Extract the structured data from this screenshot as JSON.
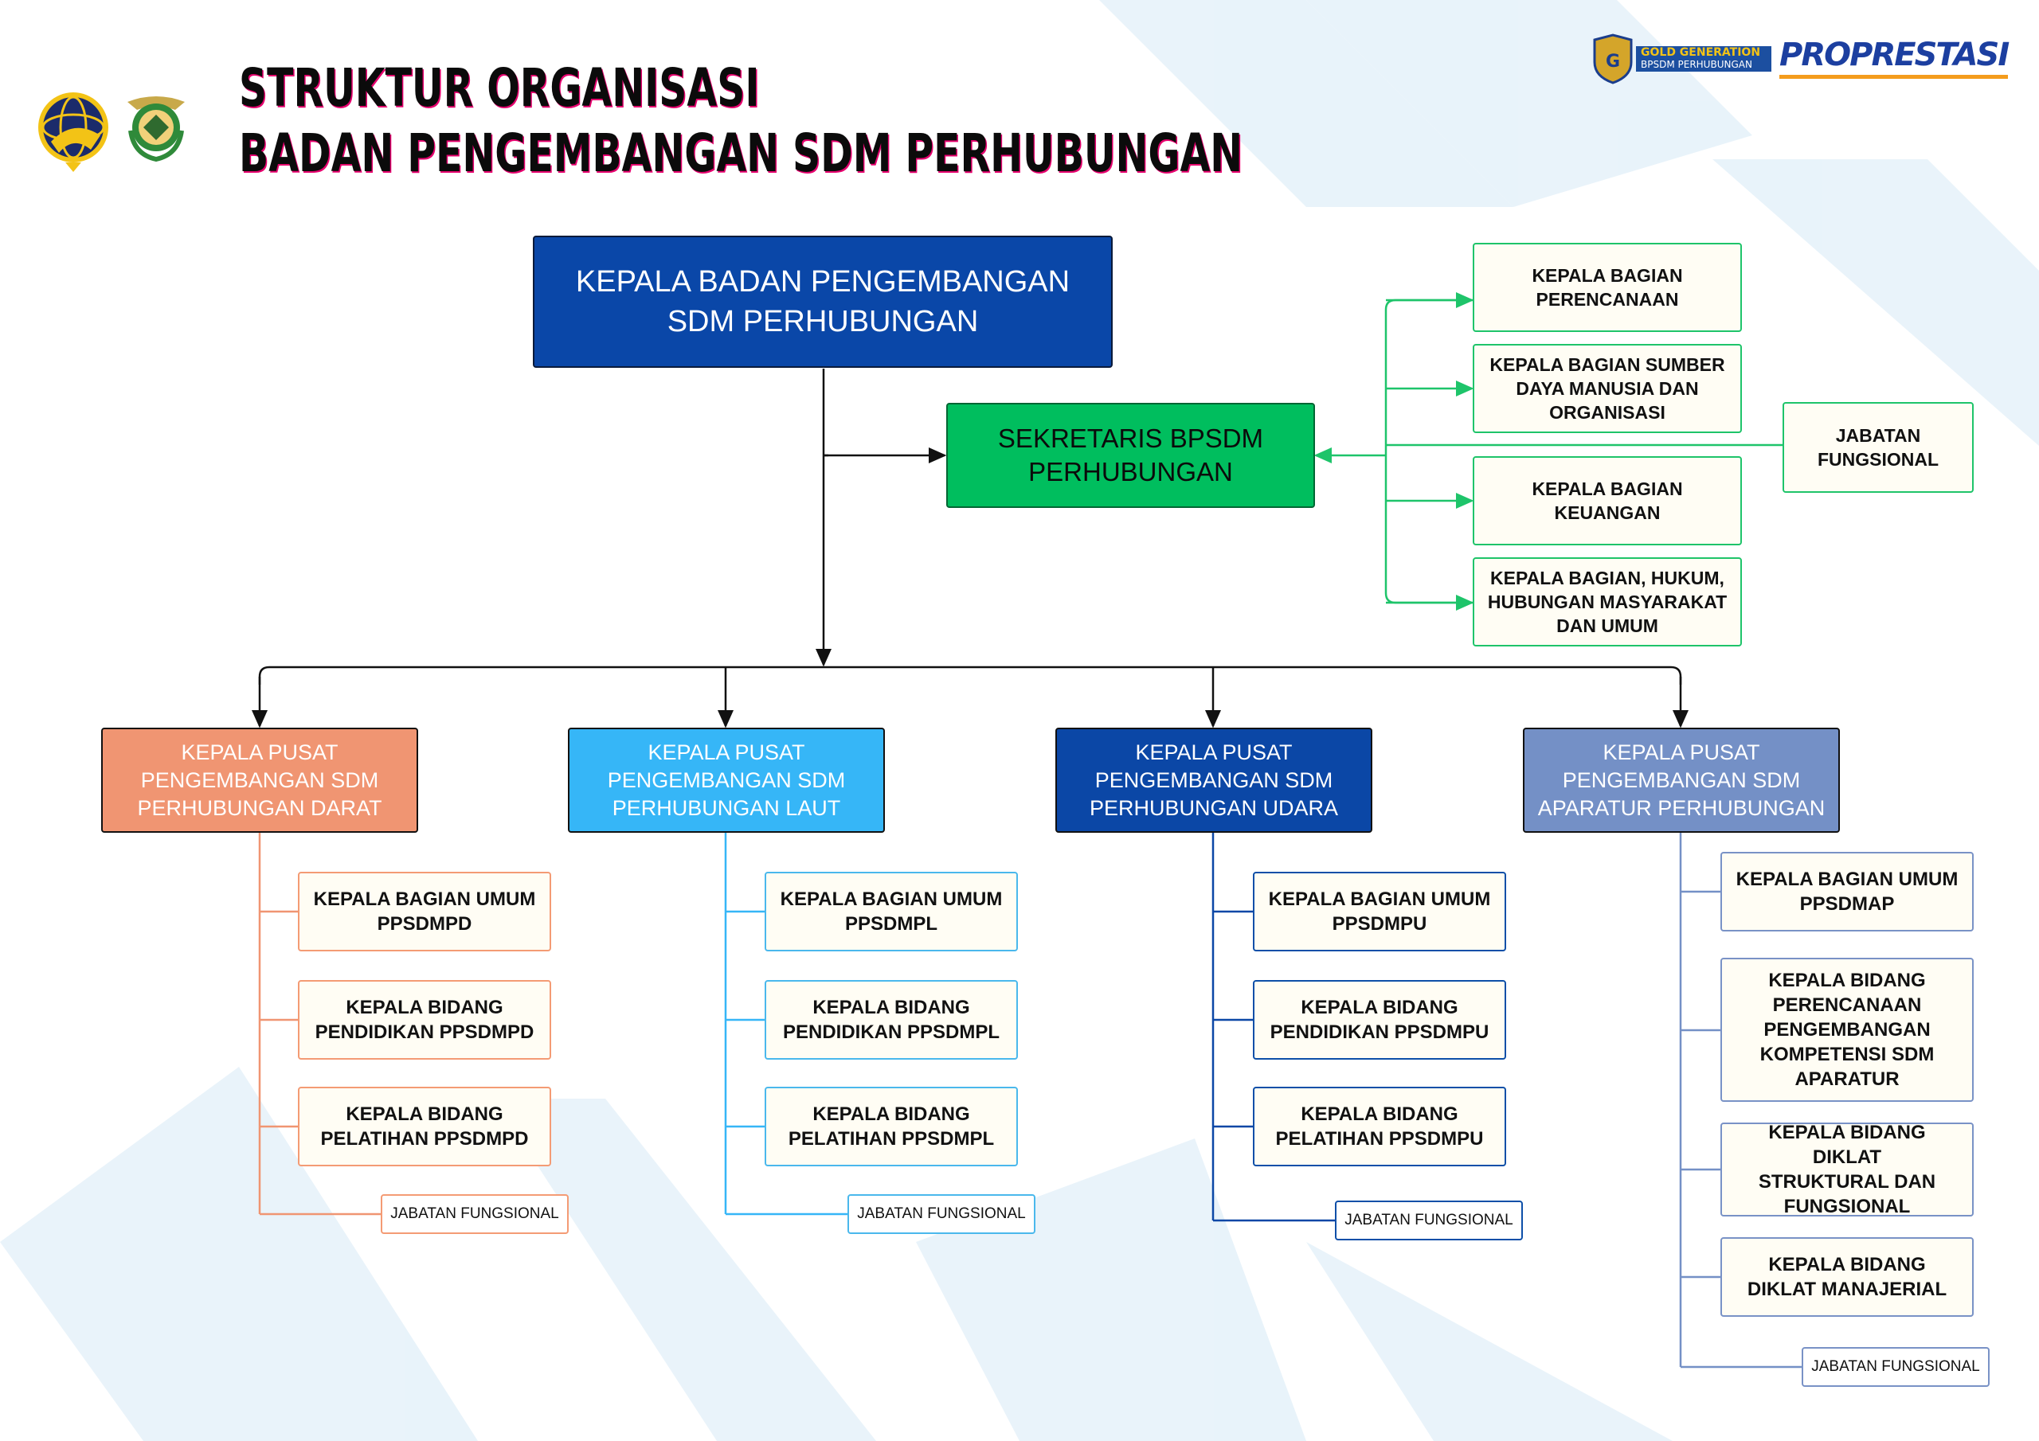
{
  "header": {
    "title_line1": "STRUKTUR ORGANISASI",
    "title_line2": "BADAN PENGEMBANGAN SDM PERHUBUNGAN"
  },
  "logos": {
    "right_brand_top": "GOLD GENERATION",
    "right_brand_bottom": "BPSDM PERHUBUNGAN",
    "right_brand_main": "PROPRESTASI",
    "left_icons": [
      "kemenhub-logo",
      "bpsdm-emblem"
    ]
  },
  "colors": {
    "head": "#0a47a8",
    "sekretaris": "#00be5e",
    "green_line": "#1ec46a",
    "darat": "#f09572",
    "laut": "#36b6f7",
    "udara": "#0b47a6",
    "aparatur": "#7490c6"
  },
  "org": {
    "head": "KEPALA BADAN PENGEMBANGAN SDM PERHUBUNGAN",
    "sekretaris": "SEKRETARIS BPSDM PERHUBUNGAN",
    "sekretariat_units": [
      "KEPALA BAGIAN PERENCANAAN",
      "KEPALA BAGIAN SUMBER DAYA MANUSIA DAN ORGANISASI",
      "KEPALA BAGIAN KEUANGAN",
      "KEPALA BAGIAN, HUKUM, HUBUNGAN MASYARAKAT DAN UMUM"
    ],
    "sekretariat_jabatan": "JABATAN FUNGSIONAL",
    "pusat": [
      {
        "name": "KEPALA PUSAT PENGEMBANGAN SDM PERHUBUNGAN DARAT",
        "units": [
          "KEPALA BAGIAN UMUM PPSDMPD",
          "KEPALA BIDANG PENDIDIKAN PPSDMPD",
          "KEPALA BIDANG PELATIHAN PPSDMPD"
        ],
        "jabatan": "JABATAN FUNGSIONAL"
      },
      {
        "name": "KEPALA PUSAT PENGEMBANGAN SDM PERHUBUNGAN LAUT",
        "units": [
          "KEPALA BAGIAN UMUM PPSDMPL",
          "KEPALA BIDANG PENDIDIKAN PPSDMPL",
          "KEPALA BIDANG PELATIHAN PPSDMPL"
        ],
        "jabatan": "JABATAN FUNGSIONAL"
      },
      {
        "name": "KEPALA PUSAT PENGEMBANGAN SDM PERHUBUNGAN UDARA",
        "units": [
          "KEPALA BAGIAN UMUM PPSDMPU",
          "KEPALA BIDANG PENDIDIKAN PPSDMPU",
          "KEPALA BIDANG PELATIHAN PPSDMPU"
        ],
        "jabatan": "JABATAN FUNGSIONAL"
      },
      {
        "name": "KEPALA PUSAT PENGEMBANGAN SDM APARATUR PERHUBUNGAN",
        "units": [
          "KEPALA BAGIAN UMUM PPSDMAP",
          "KEPALA BIDANG PERENCANAAN PENGEMBANGAN KOMPETENSI SDM APARATUR",
          "KEPALA BIDANG DIKLAT STRUKTURAL DAN FUNGSIONAL",
          "KEPALA BIDANG DIKLAT MANAJERIAL"
        ],
        "jabatan": "JABATAN FUNGSIONAL"
      }
    ]
  }
}
